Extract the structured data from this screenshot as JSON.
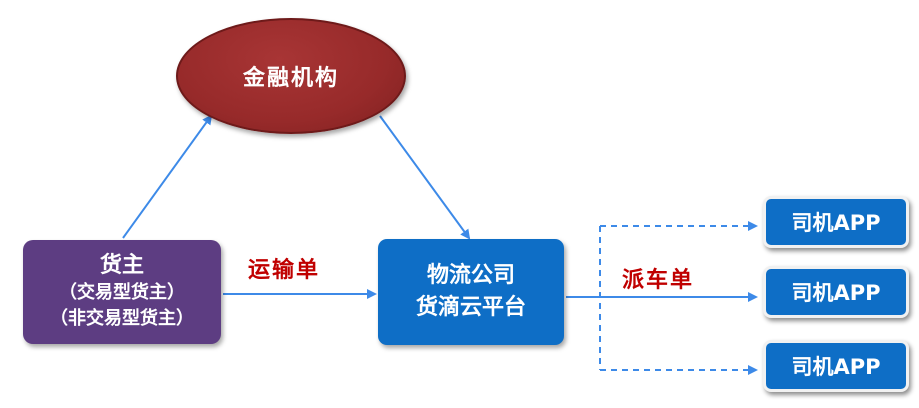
{
  "nodes": {
    "finance": "金融机构",
    "shipper": {
      "main": "货主",
      "sub1": "（交易型货主）",
      "sub2": "（非交易型货主）"
    },
    "platform": {
      "line1": "物流公司",
      "line2": "货滴云平台"
    },
    "drivers": [
      "司机APP",
      "司机APP",
      "司机APP"
    ]
  },
  "edge_labels": {
    "transport_order": "运输单",
    "dispatch_order": "派车单"
  },
  "colors": {
    "finance": "#972a2a",
    "shipper": "#5d3d82",
    "platform": "#0e6ec6",
    "driver": "#0e6ec6",
    "arrow": "#3d8ae8",
    "label": "#c00000"
  }
}
